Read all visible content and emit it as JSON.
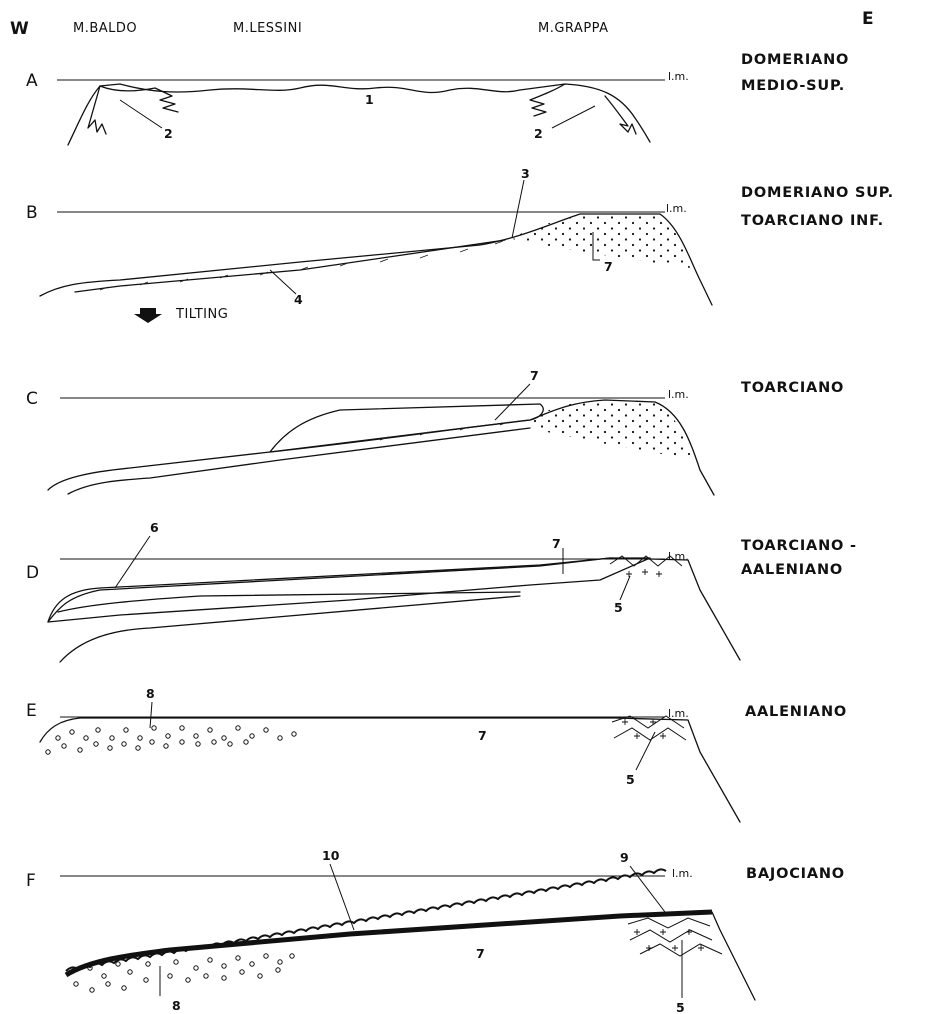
{
  "header": {
    "west": "W",
    "east": "E",
    "localities": [
      "M.BALDO",
      "M.LESSINI",
      "M.GRAPPA"
    ]
  },
  "sea_level_label": "l.m.",
  "tilting_label": "TILTING",
  "panels": [
    {
      "letter": "A",
      "stage": [
        "DOMERIANO",
        "MEDIO-SUP."
      ],
      "units": [
        "1",
        "2",
        "2"
      ]
    },
    {
      "letter": "B",
      "stage": [
        "DOMERIANO SUP.",
        "TOARCIANO INF."
      ],
      "units": [
        "3",
        "7",
        "4"
      ]
    },
    {
      "letter": "C",
      "stage": [
        "TOARCIANO"
      ],
      "units": [
        "7"
      ]
    },
    {
      "letter": "D",
      "stage": [
        "TOARCIANO -",
        "AALENIANO"
      ],
      "units": [
        "6",
        "7",
        "5"
      ]
    },
    {
      "letter": "E",
      "stage": [
        "AALENIANO"
      ],
      "units": [
        "8",
        "7",
        "5"
      ]
    },
    {
      "letter": "F",
      "stage": [
        "BAJOCIANO"
      ],
      "units": [
        "10",
        "9",
        "7",
        "5",
        "8"
      ]
    }
  ]
}
